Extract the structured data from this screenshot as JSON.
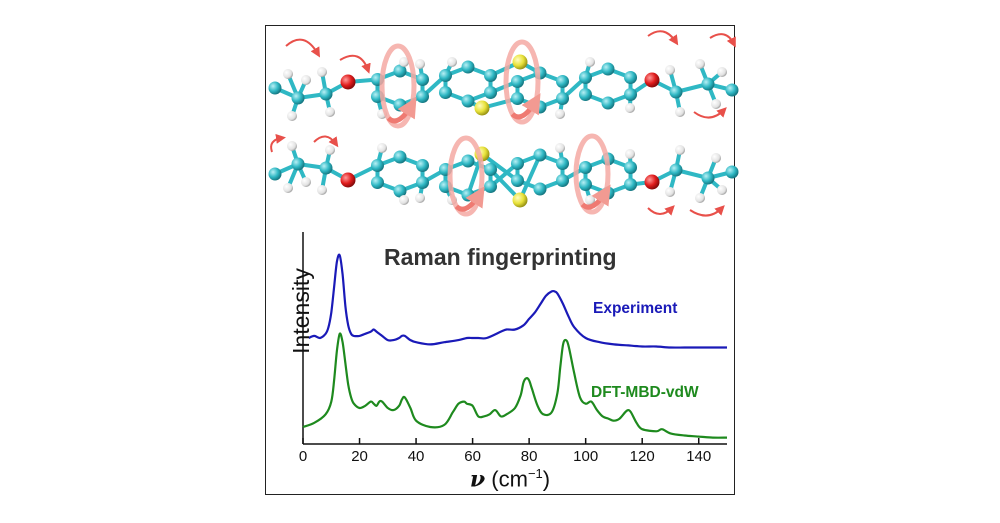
{
  "molecule": {
    "description_icon": "molecule-ball-and-stick",
    "colors": {
      "carbon": "#2fb8c4",
      "hydrogen": "#f2f2f2",
      "oxygen": "#e01c1c",
      "sulfur": "#e8e23a",
      "bond": "#2fb8c4",
      "rotation_arrow": "#e8504a",
      "rotation_arrow_light": "#f4a9a3"
    }
  },
  "chart_data": {
    "type": "line",
    "title": "Raman fingerprinting",
    "xlabel_symbol": "ν",
    "xlabel_unit": "(cm",
    "xlabel_exp": "−1",
    "xlabel_close": ")",
    "ylabel": "Intensity",
    "xlim": [
      0,
      150
    ],
    "ylim": [
      0,
      1
    ],
    "xticks": [
      0,
      20,
      40,
      60,
      80,
      100,
      120,
      140
    ],
    "grid": false,
    "series": [
      {
        "name": "Experiment",
        "color": "#1a1ab8",
        "x": [
          2,
          4,
          6,
          8,
          9,
          10,
          11,
          12,
          13,
          14,
          15,
          16,
          17,
          18,
          20,
          22,
          24,
          25,
          26,
          28,
          30,
          32,
          34,
          35,
          36,
          38,
          40,
          45,
          50,
          55,
          58,
          60,
          62,
          65,
          70,
          72,
          75,
          78,
          80,
          82,
          84,
          86,
          88,
          89,
          90,
          92,
          94,
          96,
          100,
          105,
          110,
          115,
          120,
          125,
          130,
          135,
          140,
          145,
          150
        ],
        "y": [
          0.5,
          0.51,
          0.5,
          0.52,
          0.55,
          0.62,
          0.74,
          0.86,
          0.89,
          0.8,
          0.65,
          0.56,
          0.52,
          0.51,
          0.51,
          0.52,
          0.53,
          0.54,
          0.53,
          0.51,
          0.49,
          0.49,
          0.5,
          0.51,
          0.51,
          0.49,
          0.48,
          0.47,
          0.48,
          0.49,
          0.5,
          0.5,
          0.5,
          0.5,
          0.53,
          0.54,
          0.54,
          0.56,
          0.59,
          0.62,
          0.66,
          0.7,
          0.72,
          0.72,
          0.71,
          0.66,
          0.6,
          0.55,
          0.5,
          0.48,
          0.47,
          0.465,
          0.46,
          0.46,
          0.455,
          0.455,
          0.455,
          0.455,
          0.455
        ]
      },
      {
        "name": "DFT-MBD-vdW",
        "color": "#1e8a1e",
        "x": [
          0,
          4,
          8,
          10,
          11,
          12,
          13,
          14,
          15,
          16,
          17,
          18,
          20,
          22,
          24,
          25,
          26,
          27,
          28,
          30,
          32,
          34,
          35,
          36,
          38,
          40,
          45,
          50,
          53,
          55,
          57,
          58,
          60,
          62,
          64,
          66,
          68,
          70,
          72,
          75,
          77,
          78,
          79,
          80,
          81,
          83,
          85,
          88,
          90,
          91,
          92,
          93,
          94,
          96,
          98,
          100,
          102,
          104,
          106,
          108,
          110,
          112,
          114,
          115,
          116,
          118,
          120,
          125,
          127,
          130,
          135,
          140,
          145,
          150
        ],
        "y": [
          0.08,
          0.1,
          0.14,
          0.2,
          0.3,
          0.44,
          0.52,
          0.48,
          0.38,
          0.28,
          0.22,
          0.19,
          0.17,
          0.18,
          0.2,
          0.19,
          0.18,
          0.2,
          0.2,
          0.17,
          0.16,
          0.18,
          0.21,
          0.22,
          0.17,
          0.11,
          0.08,
          0.09,
          0.15,
          0.19,
          0.2,
          0.19,
          0.18,
          0.13,
          0.13,
          0.14,
          0.16,
          0.13,
          0.14,
          0.17,
          0.23,
          0.29,
          0.31,
          0.3,
          0.26,
          0.18,
          0.14,
          0.15,
          0.24,
          0.36,
          0.47,
          0.49,
          0.46,
          0.33,
          0.22,
          0.19,
          0.2,
          0.16,
          0.13,
          0.12,
          0.11,
          0.12,
          0.15,
          0.16,
          0.15,
          0.1,
          0.07,
          0.06,
          0.07,
          0.05,
          0.04,
          0.035,
          0.03,
          0.03
        ]
      }
    ]
  }
}
